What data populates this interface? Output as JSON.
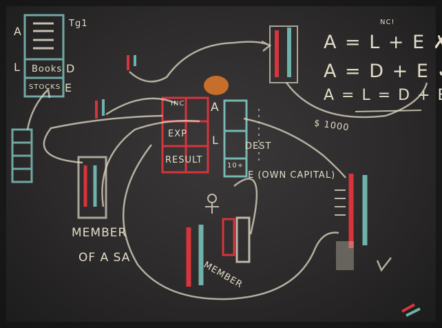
{
  "photo": {
    "accent_colors": {
      "chalk_white": "#e2dcc8",
      "chalk_red": "#d8343c",
      "chalk_teal": "#6fb2ac",
      "chalk_orange": "#e07a2a",
      "board": "#2f2d2d"
    },
    "equations": {
      "line1": "A = L + E ✗",
      "line2": "A = D + E ✓",
      "line3": "A = L = D + E"
    },
    "equation_note": "NC!",
    "balance_sheet": {
      "row_a": "A",
      "row_l": "L",
      "row_d": "D",
      "row_e": "E",
      "books_label": "Books",
      "stocks_label": "STOCKS"
    },
    "income_box": {
      "inc_label": "INC",
      "exp_label": "EXP",
      "result_label": "RESULT"
    },
    "center_column": {
      "a_label": "A",
      "l_label": "L",
      "dest_label": "DEST",
      "e_label": "E (OWN CAPITAL)",
      "amount_label": "10+"
    },
    "amount": "$ 1000",
    "member_label": "MEMBER OF A SA",
    "member_label_line1": "MEMBER",
    "member_label_line2": "OF A SA",
    "member2_label": "MEMBER",
    "corner_note": "Tg1"
  }
}
